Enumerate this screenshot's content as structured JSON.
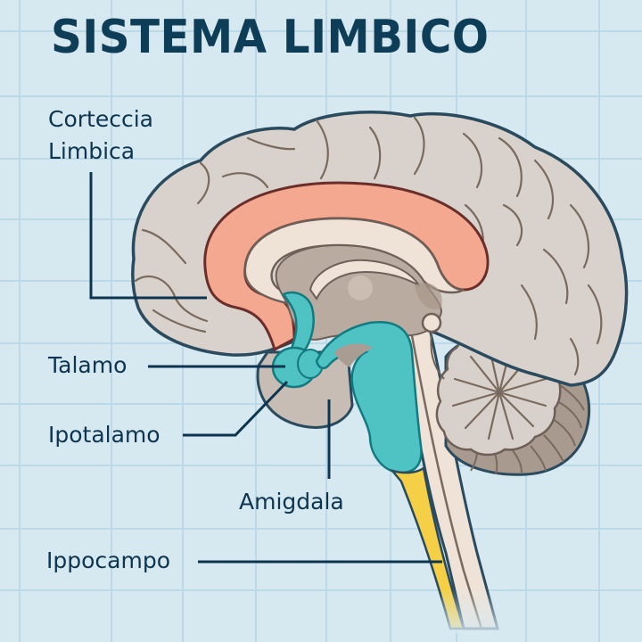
{
  "title": "SISTEMA LIMBICO",
  "labels": {
    "corteccia_line1": "Corteccia",
    "corteccia_line2": "Limbica",
    "talamo": "Talamo",
    "ipotalamo": "Ipotalamo",
    "amigdala": "Amigdala",
    "ippocampo": "Ippocampo"
  },
  "colors": {
    "background": "#d6e8f0",
    "grid": "#bcd9e8",
    "title": "#0d3d57",
    "label_text": "#0d3550",
    "leader_line": "#0d3550",
    "brain_outline": "#2a4a5e",
    "cortex_fill": "#d9d2cc",
    "gyri": "#7a6a5e",
    "cingulate_fill": "#f4a88f",
    "cingulate_outline": "#6a2e2a",
    "corpus_callosum_fill": "#efe3d8",
    "inner_brain_fill": "#b9aba0",
    "limbic_teal": "#4fc3c3",
    "teal_outline": "#137a80",
    "spinal_yellow": "#f5cf45",
    "cerebellum_fill": "#d8d0ca",
    "cerebellum_shadow": "#a89a8e"
  }
}
